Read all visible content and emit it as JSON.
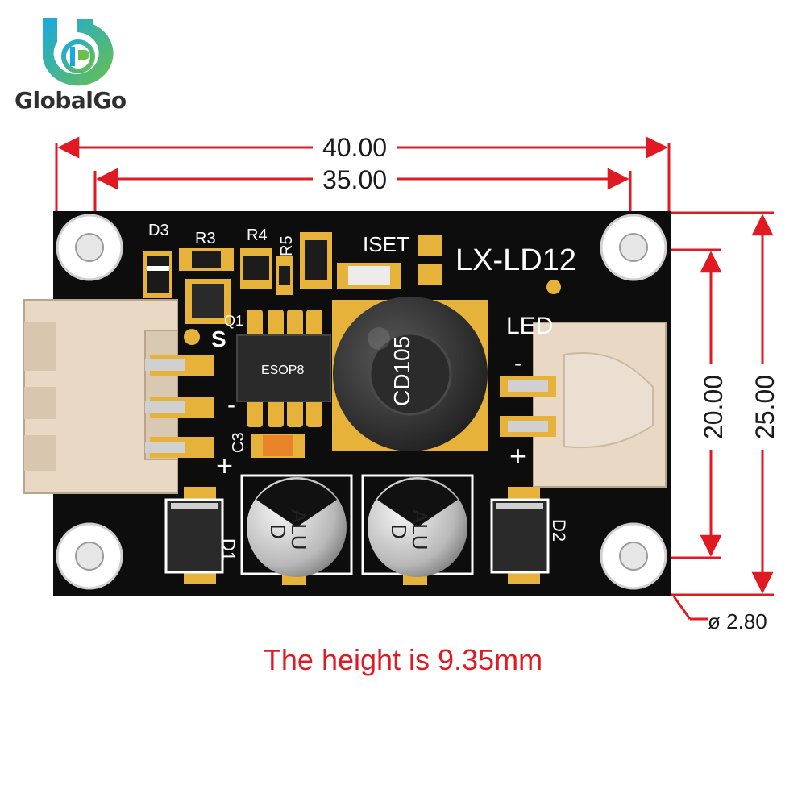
{
  "brand": {
    "name": "GlobalGo",
    "colors": {
      "ring_start": "#18a9e0",
      "ring_end": "#6ac04a",
      "text": "#2f2f2f"
    }
  },
  "dimensions": {
    "width_outer": "40.00",
    "width_holes": "35.00",
    "height_holes": "20.00",
    "height_outer": "25.00",
    "hole_diameter": "ø 2.80",
    "line_color": "#e01a22"
  },
  "board": {
    "model": "LX-LD12",
    "labels": {
      "d3": "D3",
      "r3": "R3",
      "r4": "R4",
      "r5": "R5",
      "q1": "Q1",
      "s": "S",
      "iset": "ISET",
      "esop": "ESOP8",
      "c3": "C3",
      "inductor": "CD105",
      "led": "LED",
      "d1": "D1",
      "d2": "D2",
      "minus_left": "-",
      "plus_left": "+",
      "minus_right": "-",
      "plus_right": "+",
      "cap1_top": "ALU",
      "cap1_bottom": "D",
      "cap2_top": "ALU",
      "cap2_bottom": "D"
    },
    "colors": {
      "pcb": "#0d0d0d",
      "pad": "#e6b23a",
      "silk": "#ffffff",
      "connector": "#e8d8c4"
    }
  },
  "caption": {
    "text": "The height is 9.35mm"
  }
}
